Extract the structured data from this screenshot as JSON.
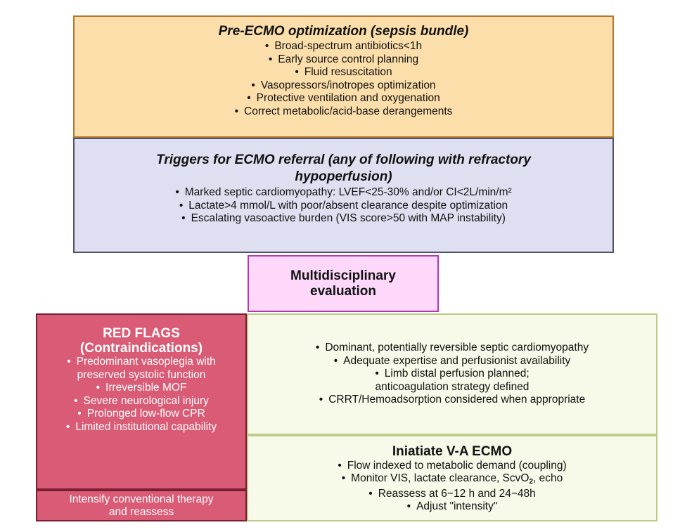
{
  "pre_ecmo": {
    "title": "Pre-ECMO optimization (sepsis bundle)",
    "items": [
      "Broad-spectrum antibiotics<1h",
      "Early source control planning",
      "Fluid resuscitation",
      "Vasopressors/inotropes optimization",
      "Protective ventilation and oxygenation",
      "Correct metabolic/acid-base derangements"
    ]
  },
  "triggers": {
    "title_line1": "Triggers for ECMO referral (any of following with refractory",
    "title_line2": "hypoperfusion)",
    "items": [
      "Marked septic  cardiomyopathy: LVEF<25-30% and/or CI<2L/min/m²",
      "Lactate>4 mmol/L with poor/absent clearance despite optimization",
      "Escalating vasoactive burden (VIS score>50 with MAP instability)"
    ]
  },
  "multidisciplinary": {
    "line1": "Multidisciplinary",
    "line2": "evaluation"
  },
  "red_flags": {
    "title_line1": "RED FLAGS",
    "title_line2": "(Contraindications)",
    "items": [
      "Predominant vasoplegia with preserved systolic function",
      "Irreversible MOF",
      "Severe neurological injury",
      "Prolonged low-flow CPR",
      "Limited institutional capability"
    ]
  },
  "intensify": {
    "line1": "Intensify conventional therapy",
    "line2": "and reassess"
  },
  "conditions": {
    "items": [
      "Dominant, potentially reversible septic cardiomyopathy",
      "Adequate expertise and perfusionist availability",
      "Limb distal perfusion planned; anticoagulation strategy defined",
      "CRRT/Hemoadsorption considered when appropriate"
    ]
  },
  "initiate": {
    "title": "Iniatiate V-A ECMO",
    "item1": "Flow indexed to metabolic demand (coupling)",
    "item2_text": "Monitor VIS, lactate clearance, ScvO",
    "item2_sub": "2",
    "item2_tail": ", echo",
    "item3": "Reassess at 6−12 h and 24−48h",
    "item4": "Adjust \"intensity\""
  },
  "colors": {
    "pre_fill": "#fbdeaa",
    "trigger_fill": "#dedff0",
    "multi_fill": "#fdd8fb",
    "red_fill": "#da5b75",
    "green_fill": "#f7f9e9"
  }
}
